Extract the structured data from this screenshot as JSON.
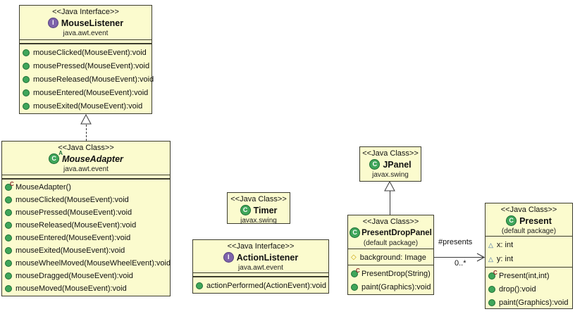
{
  "colors": {
    "box_fill": "#fbfbce",
    "box_border": "#3c3c2e",
    "interface_icon": "#7e63ab",
    "class_icon": "#3fa65a",
    "connector": "#3a3a3a",
    "field_diamond": "#c8a000",
    "field_triangle": "#3465a4",
    "constructor_marker": "#8a2a2a"
  },
  "icons": {
    "interface_letter": "I",
    "class_letter": "C",
    "abstract_marker": "A",
    "constructor_marker": "C",
    "field_diamond": "◇",
    "field_triangle": "△"
  },
  "classes": {
    "mouse_listener": {
      "stereotype": "<<Java Interface>>",
      "name": "MouseListener",
      "package": "java.awt.event",
      "methods": [
        "mouseClicked(MouseEvent):void",
        "mousePressed(MouseEvent):void",
        "mouseReleased(MouseEvent):void",
        "mouseEntered(MouseEvent):void",
        "mouseExited(MouseEvent):void"
      ]
    },
    "mouse_adapter": {
      "stereotype": "<<Java Class>>",
      "name": "MouseAdapter",
      "package": "java.awt.event",
      "constructor": "MouseAdapter()",
      "methods": [
        "mouseClicked(MouseEvent):void",
        "mousePressed(MouseEvent):void",
        "mouseReleased(MouseEvent):void",
        "mouseEntered(MouseEvent):void",
        "mouseExited(MouseEvent):void",
        "mouseWheelMoved(MouseWheelEvent):void",
        "mouseDragged(MouseEvent):void",
        "mouseMoved(MouseEvent):void"
      ]
    },
    "timer": {
      "stereotype": "<<Java Class>>",
      "name": "Timer",
      "package": "javax.swing"
    },
    "action_listener": {
      "stereotype": "<<Java Interface>>",
      "name": "ActionListener",
      "package": "java.awt.event",
      "methods": [
        "actionPerformed(ActionEvent):void"
      ]
    },
    "jpanel": {
      "stereotype": "<<Java Class>>",
      "name": "JPanel",
      "package": "javax.swing"
    },
    "present_drop_panel": {
      "stereotype": "<<Java Class>>",
      "name": "PresentDropPanel",
      "package": "(default package)",
      "fields": [
        "background: Image"
      ],
      "constructor": "PresentDrop(String)",
      "methods": [
        "paint(Graphics):void"
      ]
    },
    "present": {
      "stereotype": "<<Java Class>>",
      "name": "Present",
      "package": "(default package)",
      "fields": [
        "x: int",
        "y: int"
      ],
      "constructor": "Present(int,int)",
      "methods": [
        "drop():void",
        "paint(Graphics):void"
      ]
    }
  },
  "relationships": {
    "association_label": "#presents",
    "association_multiplicity": "0..*"
  }
}
